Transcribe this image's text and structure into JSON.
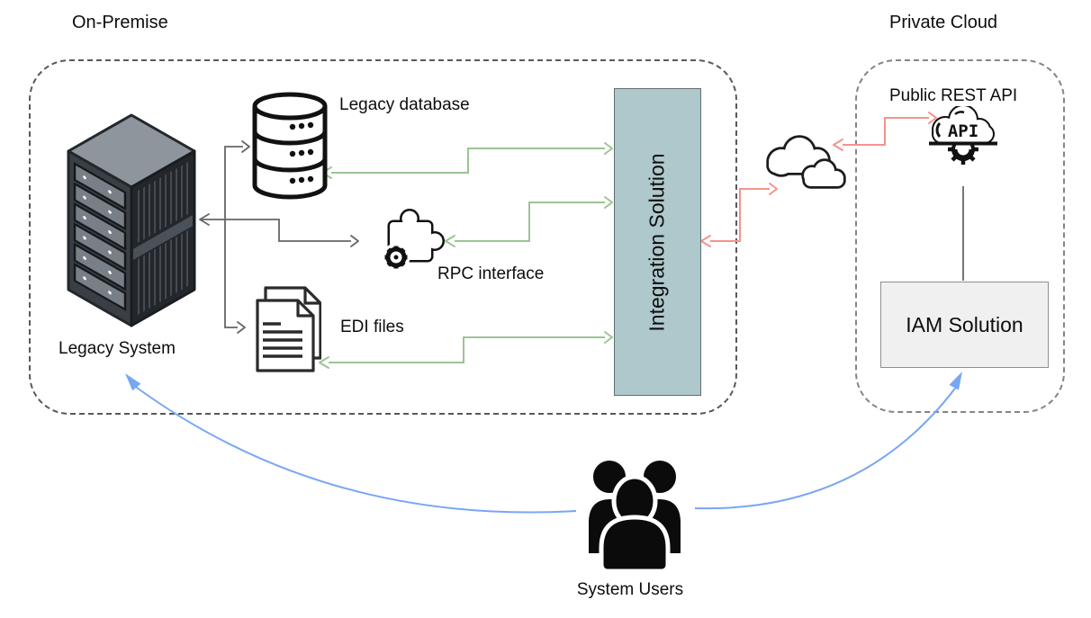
{
  "regions": {
    "on_premise": {
      "label": "On-Premise"
    },
    "private_cloud": {
      "label": "Private Cloud"
    }
  },
  "nodes": {
    "legacy_system": {
      "label": "Legacy System",
      "icon": "server-rack-icon"
    },
    "legacy_database": {
      "label": "Legacy database",
      "icon": "database-cylinder-icon"
    },
    "rpc_interface": {
      "label": "RPC interface",
      "icon": "puzzle-gear-icon"
    },
    "edi_files": {
      "label": "EDI files",
      "icon": "documents-icon"
    },
    "integration_solution": {
      "label": "Integration Solution"
    },
    "cloud_gateway": {
      "icon": "double-cloud-icon"
    },
    "public_rest_api": {
      "label": "Public REST API",
      "icon": "api-cloud-gear-icon",
      "icon_text": "API"
    },
    "iam_solution": {
      "label": "IAM Solution"
    },
    "system_users": {
      "label": "System Users",
      "icon": "user-group-icon"
    }
  },
  "connections": [
    {
      "from": "legacy_system",
      "to": "legacy_database",
      "style": "gray",
      "arrows": "both"
    },
    {
      "from": "legacy_system",
      "to": "rpc_interface",
      "style": "gray",
      "arrows": "both"
    },
    {
      "from": "legacy_system",
      "to": "edi_files",
      "style": "gray",
      "arrows": "both"
    },
    {
      "from": "integration_solution",
      "to": "legacy_database",
      "style": "green",
      "arrows": "both"
    },
    {
      "from": "integration_solution",
      "to": "rpc_interface",
      "style": "green",
      "arrows": "both"
    },
    {
      "from": "integration_solution",
      "to": "edi_files",
      "style": "green",
      "arrows": "both"
    },
    {
      "from": "integration_solution",
      "to": "cloud_gateway",
      "style": "red",
      "arrows": "both"
    },
    {
      "from": "cloud_gateway",
      "to": "public_rest_api",
      "style": "red",
      "arrows": "both"
    },
    {
      "from": "public_rest_api",
      "to": "iam_solution",
      "style": "gray-line",
      "arrows": "none"
    },
    {
      "from": "system_users",
      "to": "legacy_system",
      "style": "blue",
      "arrows": "to"
    },
    {
      "from": "system_users",
      "to": "iam_solution",
      "style": "blue",
      "arrows": "to"
    }
  ],
  "colors": {
    "green": "#9cc495",
    "red": "#f4938c",
    "blue": "#78a6f5",
    "gray": "#666666",
    "integration-fill": "#aec8cc",
    "iam-fill": "#f0f0f0"
  }
}
